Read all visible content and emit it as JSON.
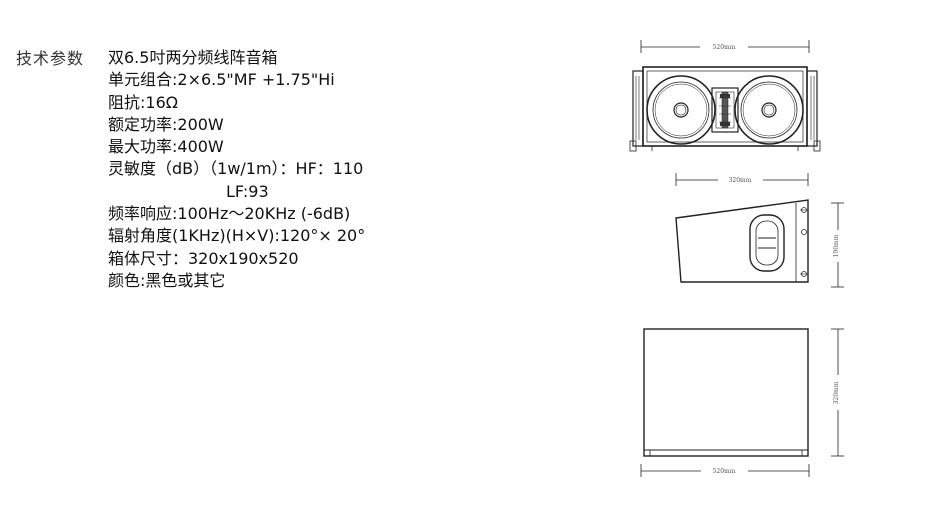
{
  "section_label": "技术参数",
  "specs": [
    "双6.5吋两分频线阵音箱",
    "单元组合:2×6.5\"MF +1.75\"Hi",
    "阻抗:16Ω",
    "额定功率:200W",
    "最大功率:400W",
    "灵敏度（dB）（1w/1m）：HF：110",
    "LF:93",
    "频率响应:100Hz～20KHz (-6dB)",
    "辐射角度(1KHz)(H×V):120°× 20°",
    "箱体尺寸：320x190x520",
    "颜色:黑色或其它"
  ],
  "dimensions": {
    "front_width": "520mm",
    "side_depth": "320mm",
    "side_height": "190mm",
    "top_depth": "320mm",
    "top_width": "520mm"
  }
}
